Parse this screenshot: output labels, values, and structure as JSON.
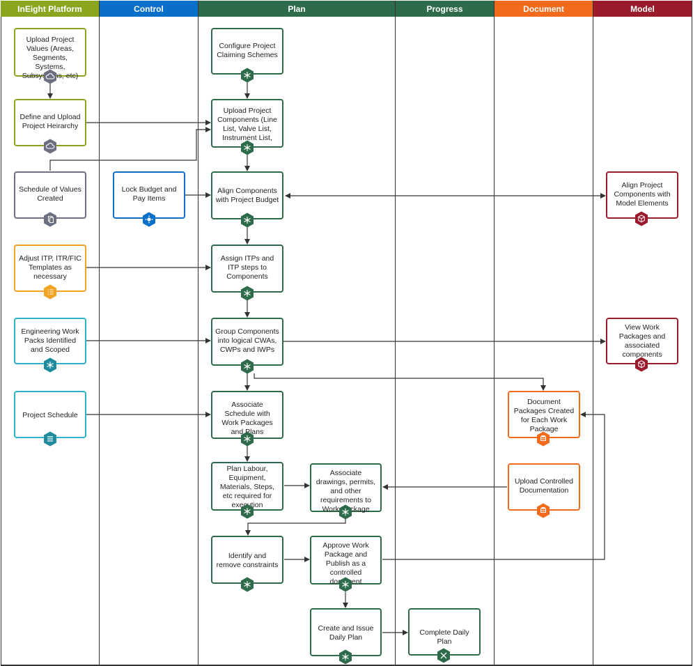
{
  "lanes": {
    "platform": {
      "label": "InEight Platform",
      "color": "#8aa51e"
    },
    "control": {
      "label": "Control",
      "color": "#0a6fc9"
    },
    "plan": {
      "label": "Plan",
      "color": "#2e6b4b"
    },
    "progress": {
      "label": "Progress",
      "color": "#2e6b4b"
    },
    "document": {
      "label": "Document",
      "color": "#f26b1d"
    },
    "model": {
      "label": "Model",
      "color": "#9a1b2b"
    }
  },
  "nodes": {
    "upload_values": "Upload Project Values (Areas, Segments, Systems, Subsystems, etc)",
    "define_hierarchy": "Define and Upload Project Heirarchy",
    "schedule_values": "Schedule of Values Created",
    "adjust_itp": "Adjust ITP, ITR/FIC Templates as necessary",
    "eng_work_packs": "Engineering Work Packs Identified and Scoped",
    "project_schedule": "Project Schedule",
    "lock_budget": "Lock Budget and Pay Items",
    "configure_claiming": "Configure Project Claiming Schemes",
    "upload_components": "Upload Project Components (Line List, Valve List, Instrument List, etc)",
    "align_budget": "Align Components with Project Budget",
    "assign_itps": "Assign ITPs and ITP steps to Components",
    "group_components": "Group Components into logical CWAs, CWPs and IWPs",
    "associate_schedule": "Associate Schedule with Work Packages and Plans",
    "plan_labour": "Plan Labour, Equipment, Materials, Steps, etc required for execution",
    "associate_drawings": "Associate drawings, permits, and other requirements to Work Package",
    "identify_constraints": "Identify and remove constraints",
    "approve_package": "Approve Work Package and Publish as a controlled document",
    "create_daily_plan": "Create and Issue Daily Plan",
    "complete_daily_plan": "Complete Daily Plan",
    "doc_packages": "Document Packages Created for Each Work Package",
    "upload_controlled": "Upload Controlled Documentation",
    "align_model": "Align Project Components with Model Elements",
    "view_packages": "View Work Packages and associated components"
  },
  "colors": {
    "platform_green": "#8aa51e",
    "control_blue": "#0a6fc9",
    "plan_green": "#2e6b4b",
    "doc_orange": "#f26b1d",
    "model_red": "#9a1b2b",
    "gray": "#6b6f80",
    "amber": "#f2a321",
    "teal": "#2bb3c8",
    "line": "#333333"
  },
  "icons": {
    "cloud": "cloud-icon",
    "plan": "plan-star-icon",
    "sov": "documents-icon",
    "checklist": "checklist-icon",
    "wrench": "tools-icon",
    "cube": "cube-icon",
    "doc": "document-icon",
    "control": "control-gear-icon",
    "schedule": "schedule-icon"
  }
}
